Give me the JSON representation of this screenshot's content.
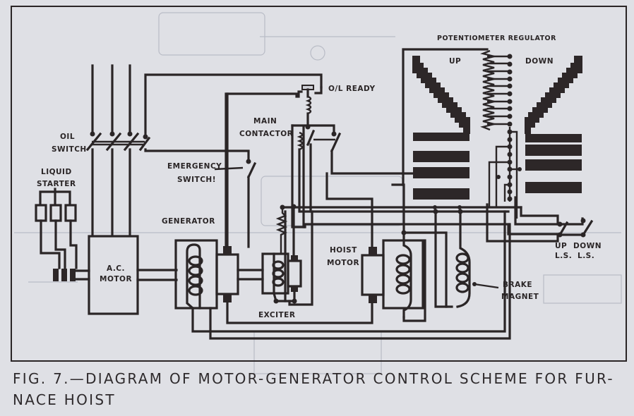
{
  "figure": {
    "caption": "Fig. 7.—Diagram of motor-generator control scheme for fur-nace hoist",
    "caption_line1": "Fig. 7.—Diagram of motor-generator control scheme for fur-",
    "caption_line2": "nace hoist"
  },
  "labels": {
    "potentiometer_regulator": "POTENTIOMETER REGULATOR",
    "up": "UP",
    "down": "DOWN",
    "ol_ready": "O/L READY",
    "main": "MAIN",
    "contactor": "CONTACTOR",
    "oil": "OIL",
    "switch": "SWITCH",
    "emergency": "EMERGENCY",
    "emergency_switch": "SWITCH!",
    "liquid": "LIQUID",
    "starter": "STARTER",
    "generator": "GENERATOR",
    "ac": "A.C.",
    "motor": "MOTOR",
    "hoist": "HOIST",
    "hoist_motor": "MOTOR",
    "exciter": "EXCITER",
    "brake": "BRAKE",
    "magnet": "MAGNET",
    "up_ls_1": "UP",
    "up_ls_2": "L.S.",
    "down_ls_1": "DOWN",
    "down_ls_2": "L.S."
  },
  "components": [
    "Oil Switch",
    "Liquid Starter",
    "A.C. Motor",
    "Generator",
    "Exciter",
    "Emergency Switch",
    "Main Contactor",
    "O/L Ready",
    "Hoist Motor",
    "Brake Magnet",
    "Potentiometer Regulator",
    "Up L.S.",
    "Down L.S."
  ],
  "colors": {
    "ink": "#2a2526",
    "paper": "#dfe0e5"
  }
}
